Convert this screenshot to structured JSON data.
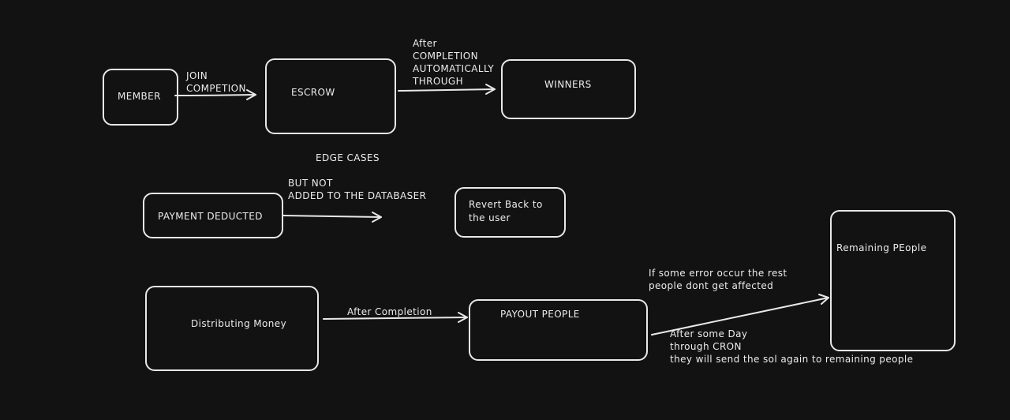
{
  "boxes": {
    "member": "MEMBER",
    "escrow": "ESCROW",
    "winners": "WINNERS",
    "payment_deducted": "PAYMENT DEDUCTED",
    "revert_back": "Revert Back to\nthe user",
    "distributing_money": "Distributing Money",
    "payout_people": "PAYOUT PEOPLE",
    "remaining_people": "Remaining PEople"
  },
  "labels": {
    "join_competition": "JOIN\nCOMPETION",
    "after_completion_auto": "After\nCOMPLETION\nAUTOMATICALLY\nTHROUGH",
    "edge_cases": "EDGE CASES",
    "but_not_added": "BUT NOT\nADDED TO THE DATABASER",
    "after_completion": "After Completion",
    "error_note": "If some error occur the rest\npeople dont get affected",
    "cron_note": "After some Day\nthrough CRON\nthey will send the sol again to remaining people"
  }
}
